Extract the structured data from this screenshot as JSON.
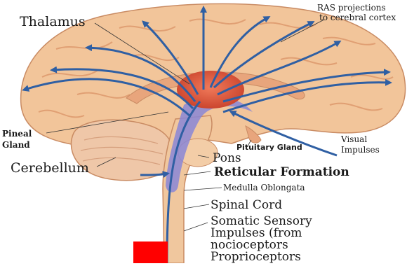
{
  "labels": {
    "thalamus": "Thalamus",
    "ras_line1": "RAS projections",
    "ras_line2": "to cerebral cortex",
    "pineal_line1": "Pineal",
    "pineal_line2": "Gland",
    "cerebellum": "Cerebellum",
    "pituitary": "Pituitary Gland",
    "visual_line1": "Visual",
    "visual_line2": "Impulses",
    "pons": "Pons",
    "reticular": "Reticular Formation",
    "medulla": "Medulla Oblongata",
    "spinal": "Spinal Cord",
    "somatic_line1": "Somatic Sensory",
    "somatic_line2": "Impulses (from",
    "somatic_line3": "nocioceptors",
    "somatic_line4": "Proprioceptors"
  },
  "colors": {
    "brain": "#f2c59a",
    "brain_fold": "#d98f63",
    "thalamus": "#e35a3c",
    "arrow": "#2f5fa3",
    "reticular": "#8a86d6",
    "marker": "#ff0000"
  }
}
